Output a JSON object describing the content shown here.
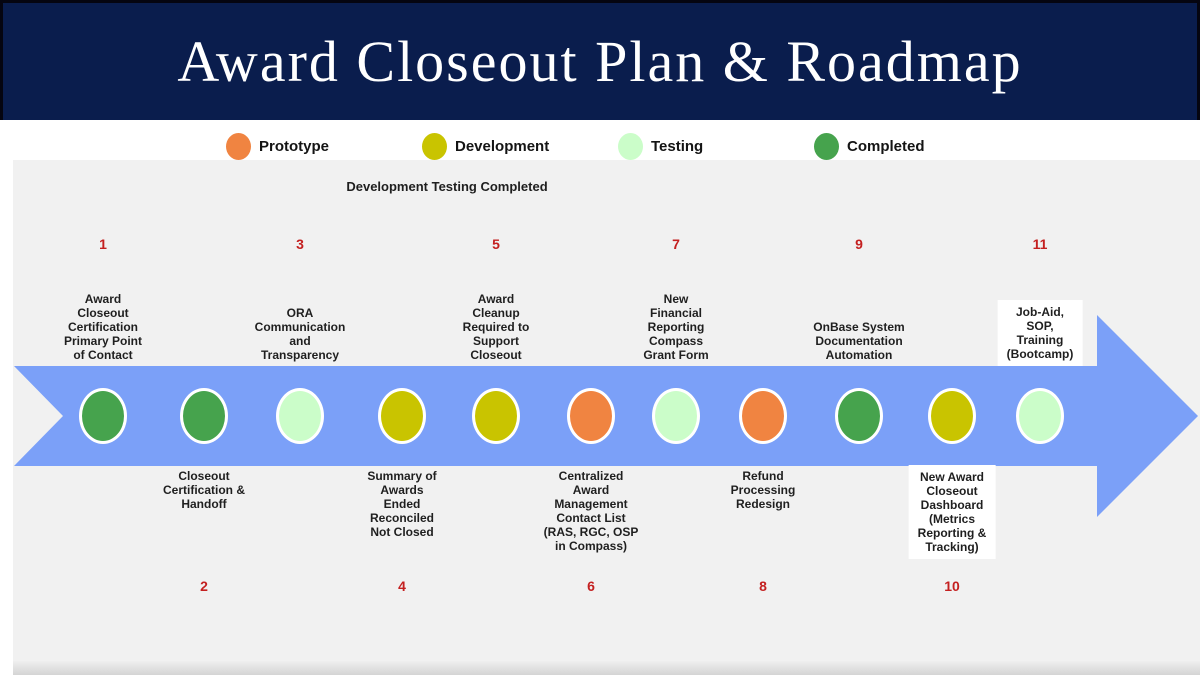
{
  "title": "Award Closeout Plan & Roadmap",
  "annotation": "Development Testing Completed",
  "legend": [
    {
      "label": "Prototype",
      "status": "prototype"
    },
    {
      "label": "Development",
      "status": "development"
    },
    {
      "label": "Testing",
      "status": "testing"
    },
    {
      "label": "Completed",
      "status": "completed"
    }
  ],
  "status_colors": {
    "prototype": "#F08441",
    "development": "#C9C400",
    "testing": "#CBFDC9",
    "completed": "#46A34D"
  },
  "colors": {
    "header_bg": "#0A1D4D",
    "arrow": "#7BA0F8",
    "number": "#C42020",
    "panel_bg": "#F1F1F1",
    "label_text": "#1F1F1F",
    "title_text": "#FFFFFF"
  },
  "milestones": [
    {
      "number": "1",
      "side": "above",
      "status": "completed",
      "label": "Award\nCloseout\nCertification\nPrimary Point\nof Contact"
    },
    {
      "number": "2",
      "side": "below",
      "status": "completed",
      "label": "Closeout\nCertification &\nHandoff"
    },
    {
      "number": "3",
      "side": "above",
      "status": "testing",
      "label": "ORA\nCommunication\nand\nTransparency"
    },
    {
      "number": "4",
      "side": "below",
      "status": "development",
      "label": "Summary of\nAwards\nEnded\nReconciled\nNot Closed"
    },
    {
      "number": "5",
      "side": "above",
      "status": "development",
      "label": "Award\nCleanup\nRequired to\nSupport\nCloseout"
    },
    {
      "number": "6",
      "side": "below",
      "status": "prototype",
      "label": "Centralized\nAward\nManagement\nContact List\n(RAS, RGC, OSP\nin Compass)"
    },
    {
      "number": "7",
      "side": "above",
      "status": "testing",
      "label": "New\nFinancial\nReporting\nCompass\nGrant Form"
    },
    {
      "number": "8",
      "side": "below",
      "status": "prototype",
      "label": "Refund\nProcessing\nRedesign"
    },
    {
      "number": "9",
      "side": "above",
      "status": "completed",
      "label": "OnBase System\nDocumentation\nAutomation"
    },
    {
      "number": "10",
      "side": "below",
      "status": "development",
      "label": "New Award\nCloseout\nDashboard\n(Metrics\nReporting &\nTracking)",
      "white_bg": true
    },
    {
      "number": "11",
      "side": "above",
      "status": "testing",
      "label": "Job-Aid,\nSOP,\nTraining\n(Bootcamp)",
      "white_bg": true
    }
  ]
}
